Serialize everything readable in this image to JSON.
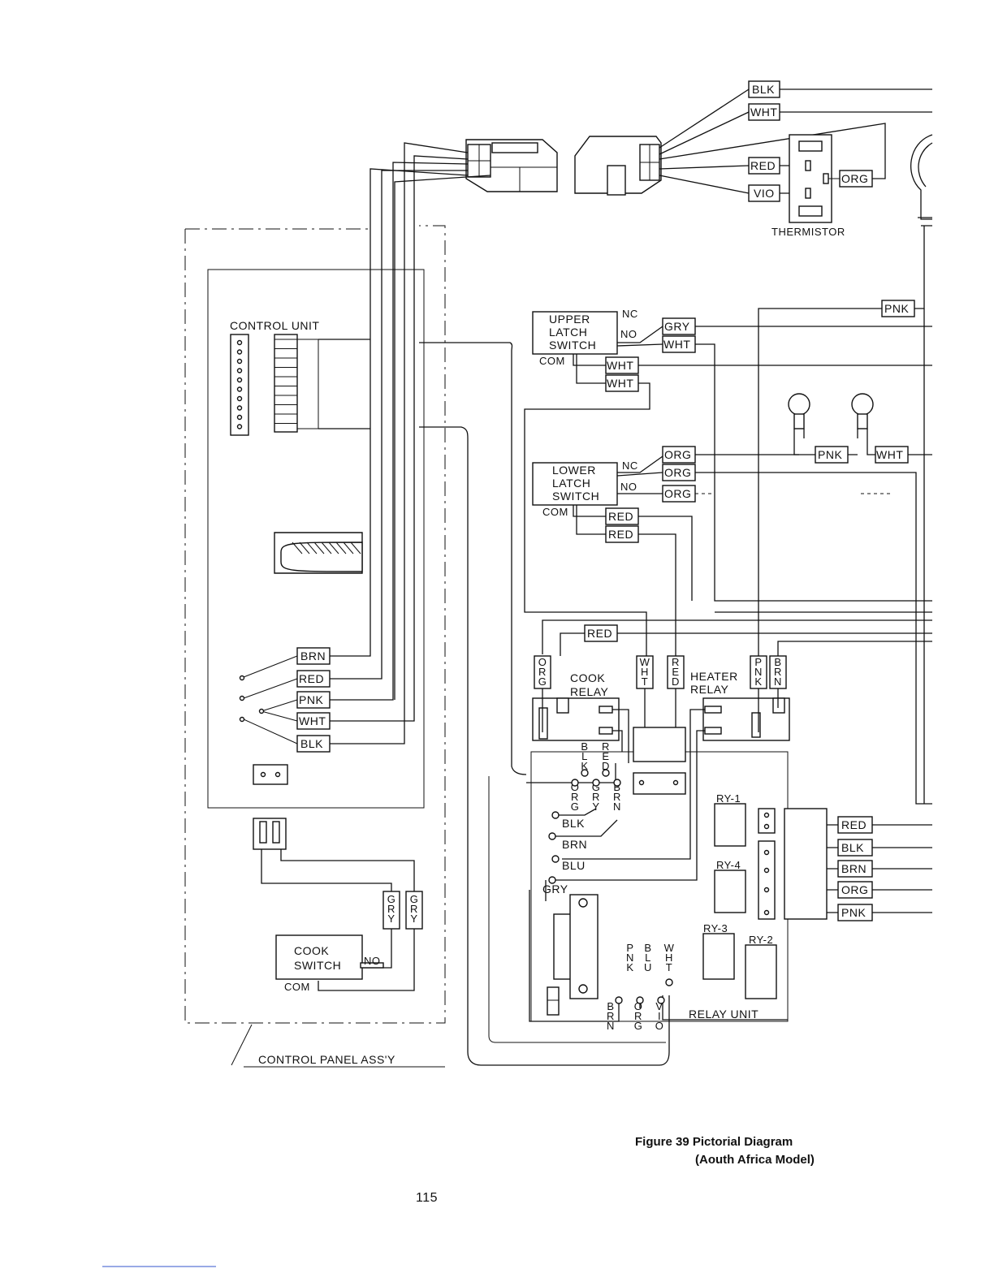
{
  "thermistor": {
    "label": "THERMISTOR",
    "wires": [
      "BLK",
      "WHT",
      "RED",
      "VIO",
      "ORG"
    ]
  },
  "pnk_top": "PNK",
  "control_unit": {
    "label": "CONTROL UNIT"
  },
  "upper_latch": {
    "name_lines": [
      "UPPER",
      "LATCH",
      "SWITCH"
    ],
    "nc": "NC",
    "no": "NO",
    "com": "COM",
    "wires": [
      "GRY",
      "WHT",
      "WHT",
      "WHT"
    ]
  },
  "lower_latch": {
    "name_lines": [
      "LOWER",
      "LATCH",
      "SWITCH"
    ],
    "nc": "NC",
    "no": "NO",
    "com": "COM",
    "wires": [
      "ORG",
      "ORG",
      "ORG",
      "RED",
      "RED"
    ]
  },
  "lamps": [
    "PNK",
    "WHT"
  ],
  "panel_wires": [
    "BRN",
    "RED",
    "PNK",
    "WHT",
    "BLK"
  ],
  "red_top": "RED",
  "cook_relay": {
    "lines": [
      "COOK",
      "RELAY"
    ],
    "wires": [
      "ORG",
      "WHT",
      "RED"
    ],
    "below": [
      "BLK",
      "RED"
    ]
  },
  "heater_relay": {
    "lines": [
      "HEATER",
      "RELAY"
    ],
    "wires": [
      "PNK",
      "BRN"
    ]
  },
  "relay_unit": {
    "label": "RELAY UNIT",
    "relays": [
      "RY-1",
      "RY-4",
      "RY-3",
      "RY-2"
    ],
    "pins_vertical": [
      "ORG",
      "GRY",
      "BRN"
    ],
    "side_pins": [
      "BLK",
      "BRN",
      "BLU",
      "GRY"
    ],
    "bottom_top": [
      "PNK",
      "BLU",
      "WHT"
    ],
    "bottom_bot": [
      "BRN",
      "ORG",
      "VIO"
    ]
  },
  "right_connector_wires": [
    "RED",
    "BLK",
    "BRN",
    "ORG",
    "PNK"
  ],
  "cook_switch": {
    "lines": [
      "COOK",
      "SWITCH"
    ],
    "no": "NO",
    "com": "COM",
    "wires": [
      "GRY",
      "GRY"
    ]
  },
  "control_panel": "CONTROL PANEL ASS'Y",
  "figure": {
    "title": "Figure 39  Pictorial Diagram",
    "subtitle": "(Aouth Africa Model)"
  },
  "page_number": "115"
}
